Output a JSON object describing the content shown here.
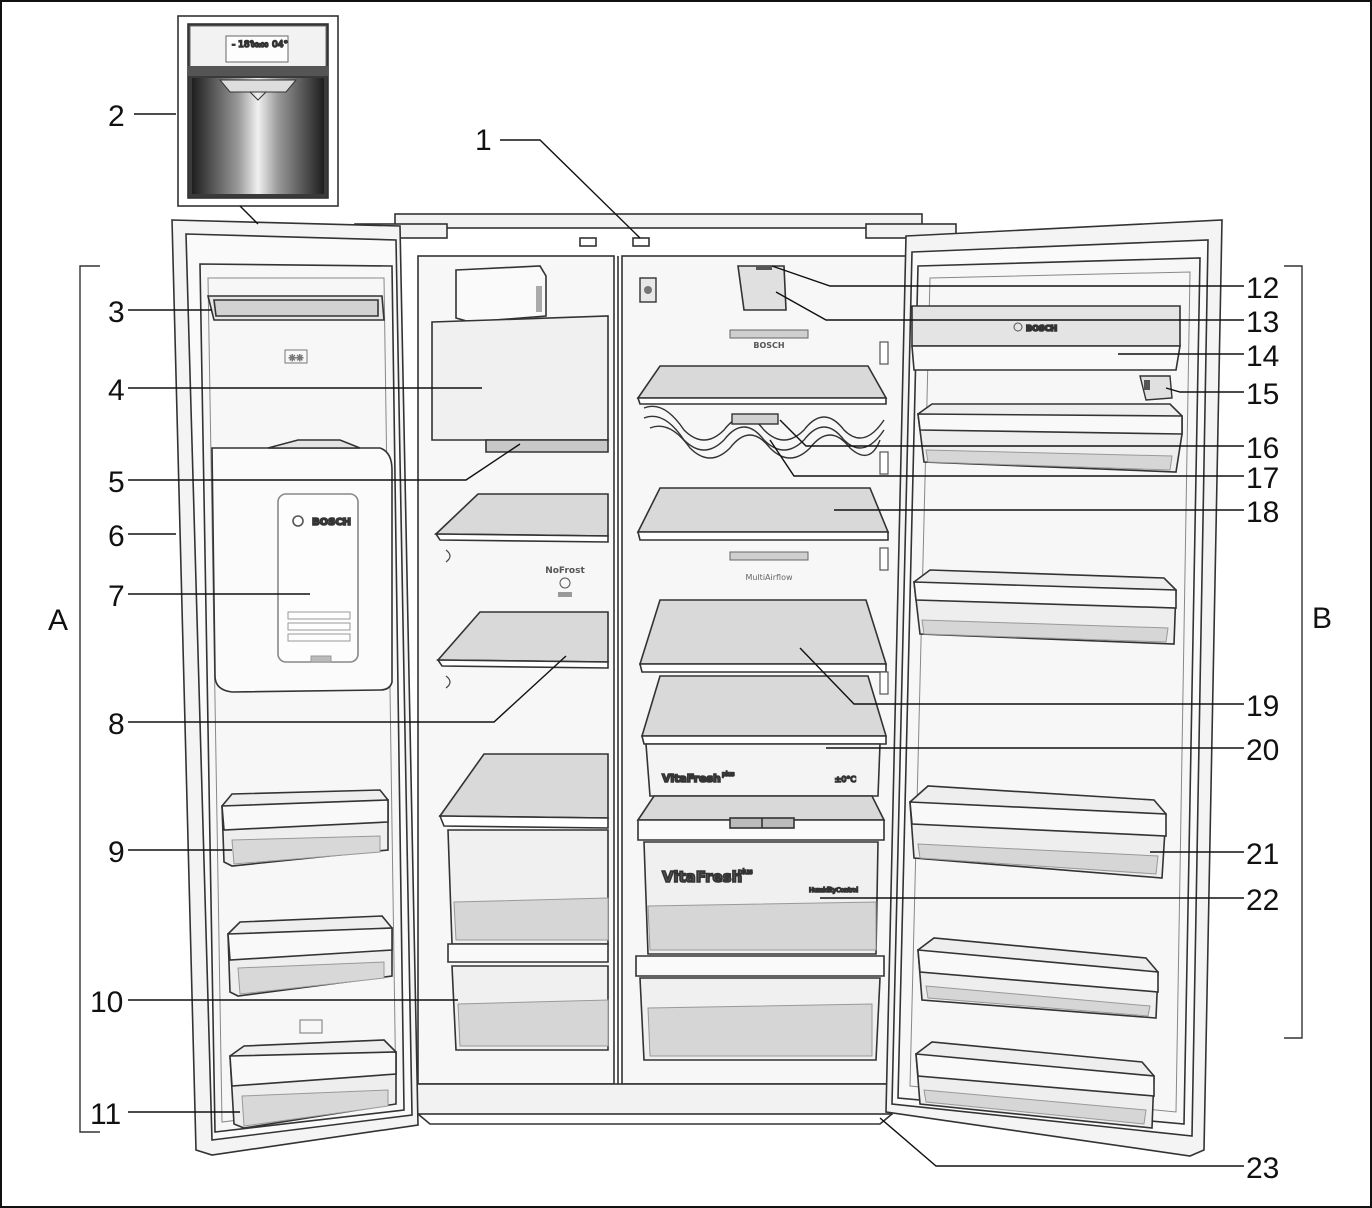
{
  "colors": {
    "ink": "#111111",
    "outline": "#333333",
    "body_fill": "#f4f4f4",
    "interior_fill": "#f7f7f7",
    "shade": "#dcdcdc",
    "glass": "#d9d9d9",
    "steel_dark": "#2b2b2b",
    "steel_light": "#e6e6e6",
    "dispenser_panel": "#f9f9f9"
  },
  "callouts": [
    "1",
    "2",
    "3",
    "4",
    "5",
    "6",
    "7",
    "8",
    "9",
    "10",
    "11",
    "12",
    "13",
    "14",
    "15",
    "16",
    "17",
    "18",
    "19",
    "20",
    "21",
    "22",
    "23"
  ],
  "groups": {
    "freezer": "A",
    "fridge": "B"
  },
  "printed_text": {
    "brand": "BOSCH",
    "nofrost": "NoFrost",
    "multiairflow": "MultiAirflow",
    "vitafresh_plus": "VitaFresh",
    "vitafresh_plus_sup": "plus",
    "vitafresh_small": "VitaFresh",
    "vitafresh_small_sup": "plus",
    "temp_zero": "±0°C",
    "humidity": "HumidityControl",
    "display_freezer": "- 18°",
    "display_time": "00:00",
    "display_fridge": "04°"
  },
  "icons": [
    "snowflake-icon",
    "water-drop-icon",
    "ice-cube-icon"
  ]
}
